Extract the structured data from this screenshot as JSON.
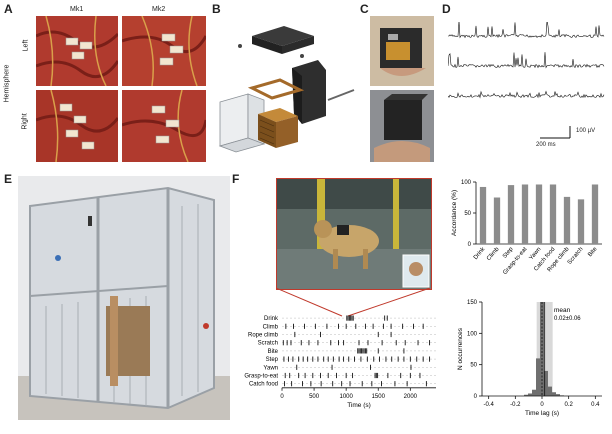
{
  "panels": {
    "A": "A",
    "B": "B",
    "C": "C",
    "D": "D",
    "E": "E",
    "F": "F"
  },
  "panel_a": {
    "col_labels": [
      "Mk1",
      "Mk2"
    ],
    "row_group_label": "Hemisphere",
    "row_labels": [
      "Left",
      "Right"
    ]
  },
  "panel_d": {
    "scale_voltage": "100 µV",
    "scale_time": "200 ms"
  },
  "chart_data": [
    {
      "type": "bar",
      "ylabel": "Accordance (%)",
      "ylim": [
        0,
        100
      ],
      "yticks": [
        0,
        50,
        100
      ],
      "categories": [
        "Drink",
        "Climb",
        "Step",
        "Grasp-to-eat",
        "Yawn",
        "Catch food",
        "Rope climb",
        "Scratch",
        "Bite"
      ],
      "values": [
        92,
        75,
        95,
        96,
        96,
        96,
        76,
        72,
        96
      ]
    },
    {
      "type": "histogram",
      "ylabel": "N occurrences",
      "xlabel": "Time lag (s)",
      "xlim": [
        -0.45,
        0.45
      ],
      "ylim": [
        0,
        150
      ],
      "xticks": [
        -0.4,
        -0.2,
        0,
        0.2,
        0.4
      ],
      "xtick_labels": [
        "-0.4",
        "-0.2",
        "0",
        "0.2",
        "0.4"
      ],
      "yticks": [
        0,
        50,
        100,
        150
      ],
      "bin_centers": [
        -0.12,
        -0.09,
        -0.06,
        -0.03,
        0.0,
        0.03,
        0.06,
        0.09,
        0.12,
        0.15
      ],
      "counts": [
        2,
        4,
        10,
        60,
        150,
        40,
        15,
        6,
        3,
        1
      ],
      "annotation_label": "mean",
      "annotation_value": "0.02±0.06"
    },
    {
      "type": "raster",
      "xlabel": "Time (s)",
      "xlim": [
        0,
        2400
      ],
      "xticks": [
        0,
        500,
        1000,
        1500,
        2000
      ],
      "rows": [
        {
          "label": "Drink",
          "events": [
            1010,
            1030,
            1050,
            1070,
            1090,
            1110,
            1600,
            1640
          ]
        },
        {
          "label": "Climb",
          "events": [
            60,
            180,
            350,
            520,
            700,
            880,
            1000,
            1150,
            1300,
            1420,
            1580,
            1700,
            1880,
            2050,
            2200
          ]
        },
        {
          "label": "Rope climb",
          "events": [
            200,
            600,
            1500,
            1700
          ]
        },
        {
          "label": "Scratch",
          "events": [
            20,
            80,
            140,
            300,
            420,
            560,
            760,
            880,
            960,
            1200,
            1340,
            1560,
            1780,
            1920,
            2120,
            2300
          ]
        },
        {
          "label": "Bite",
          "events": [
            1180,
            1200,
            1220,
            1240,
            1260,
            1280,
            1300,
            1320,
            1500,
            1900
          ]
        },
        {
          "label": "Step",
          "events": [
            30,
            100,
            170,
            260,
            330,
            400,
            480,
            560,
            650,
            720,
            800,
            890,
            960,
            1040,
            1130,
            1230,
            1330,
            1430,
            1520,
            1620,
            1710,
            1810,
            1900,
            2000,
            2100,
            2200,
            2300
          ]
        },
        {
          "label": "Yawn",
          "events": [
            230,
            780,
            1380,
            2010
          ]
        },
        {
          "label": "Grasp-to-eat",
          "events": [
            50,
            120,
            260,
            360,
            480,
            600,
            720,
            850,
            1000,
            1100,
            1450,
            1470,
            1490,
            1650,
            1850,
            2000,
            2150
          ]
        },
        {
          "label": "Catch food",
          "events": [
            40,
            150,
            320,
            450,
            610,
            790,
            930,
            1060,
            1250,
            1400,
            1550,
            1760,
            1950,
            2250
          ]
        }
      ]
    }
  ],
  "colors": {
    "brain": "#b03a2e",
    "brain_dark": "#7a1f18",
    "vessel": "#d9a04a",
    "bar": "#8c8c8c",
    "highlight": "#c0392b",
    "cage_frame": "#b9bcc0"
  }
}
